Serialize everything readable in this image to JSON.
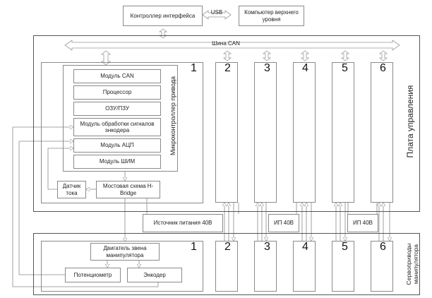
{
  "top": {
    "interface_controller": "Контроллер интерфейса",
    "usb_label": "USB",
    "host_computer": "Компьютер верхнего уровня"
  },
  "control_board": {
    "title": "Плата управления",
    "can_bus_label": "Шина CAN",
    "channel_numbers": [
      "1",
      "2",
      "3",
      "4",
      "5",
      "6"
    ],
    "microcontroller": {
      "title": "Микроконтроллер привода",
      "modules": [
        "Модуль CAN",
        "Процессор",
        "ОЗУ/ПЗУ",
        "Модуль обработки сигналов энкодера",
        "Модуль АЦП",
        "Модуль ШИМ"
      ]
    },
    "current_sensor": "Датчик тока",
    "h_bridge": "Мостовая схема H-Bridge"
  },
  "power_supplies": [
    "Источник питания 40В",
    "ИП 40В",
    "ИП 40В"
  ],
  "servo_drives": {
    "title": "Сервоприводы манипулятора",
    "channel_numbers": [
      "1",
      "2",
      "3",
      "4",
      "5",
      "6"
    ],
    "motor": "Двигатель звена манипулятора",
    "potentiometer": "Потенциометр",
    "encoder": "Энкодер"
  }
}
